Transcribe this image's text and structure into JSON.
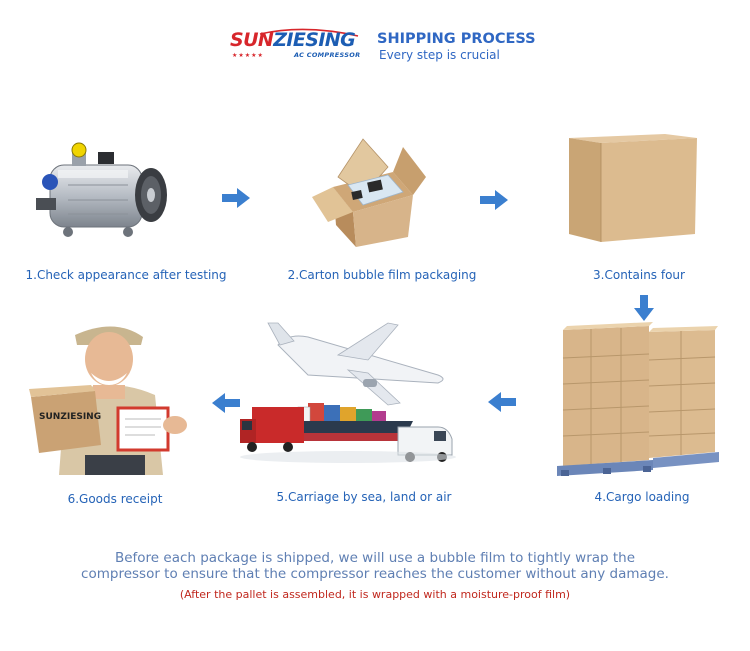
{
  "header": {
    "logo_text_red": "SUN",
    "logo_text_blue": "ZIESING",
    "logo_sub": "AC COMPRESSOR",
    "title": "SHIPPING PROCESS",
    "subtitle": "Every step is crucial"
  },
  "steps": [
    {
      "label": "1.Check appearance after testing",
      "icon": "compressor-image"
    },
    {
      "label": "2.Carton bubble film packaging",
      "icon": "open-carton-image"
    },
    {
      "label": "3.Contains four",
      "icon": "closed-carton-image"
    },
    {
      "label": "4.Cargo loading",
      "icon": "pallet-stack-image"
    },
    {
      "label": "5.Carriage by sea, land or air",
      "icon": "transport-image"
    },
    {
      "label": "6.Goods receipt",
      "icon": "delivery-man-image"
    }
  ],
  "box_print": "SUNZIESING",
  "notes": {
    "line1": "Before each package is shipped, we will use a bubble film to tightly wrap the",
    "line2": "compressor to ensure that the compressor reaches the customer without any damage.",
    "line3": "(After the pallet is assembled, it is wrapped with a moisture-proof film)"
  },
  "colors": {
    "brand_red": "#d7262b",
    "brand_blue": "#1c5db3",
    "label_blue": "#2563b7",
    "arrow_blue": "#3b7fcf",
    "note_red": "#c0281e"
  }
}
